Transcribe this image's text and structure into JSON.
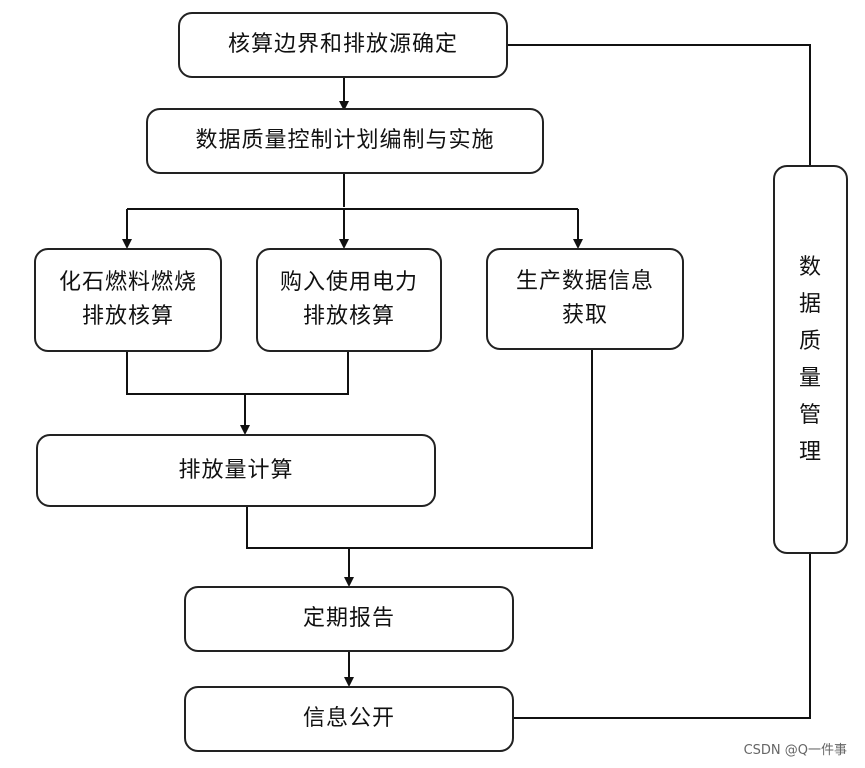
{
  "nodes": {
    "boundary": "核算边界和排放源确定",
    "plan": "数据质量控制计划编制与实施",
    "fossil": "化石燃料燃烧排放核算",
    "electricity": "购入使用电力排放核算",
    "production": "生产数据信息获取",
    "emission_calc": "排放量计算",
    "report": "定期报告",
    "disclosure": "信息公开",
    "quality_mgmt": "数据质量管理"
  },
  "watermark": "CSDN @Q一件事"
}
